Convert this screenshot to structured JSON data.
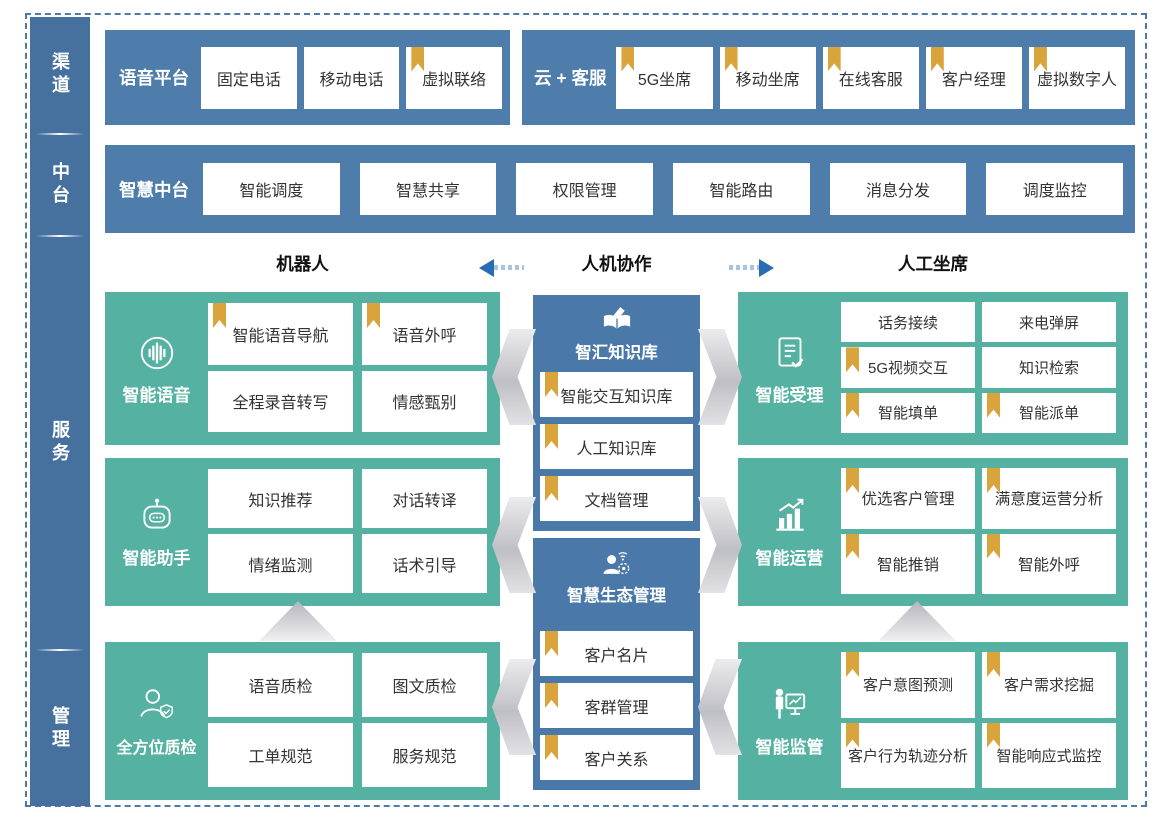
{
  "sidebar": {
    "items": [
      {
        "label": "渠道"
      },
      {
        "label": "中台"
      },
      {
        "label": "服务"
      },
      {
        "label": "管理"
      }
    ]
  },
  "channels": {
    "voice": {
      "title": "语音平台",
      "items": [
        {
          "label": "固定电话",
          "bookmark": false
        },
        {
          "label": "移动电话",
          "bookmark": false
        },
        {
          "label": "虚拟联络",
          "bookmark": true
        }
      ]
    },
    "cloud": {
      "title": "云 + 客服",
      "items": [
        {
          "label": "5G坐席",
          "bookmark": true
        },
        {
          "label": "移动坐席",
          "bookmark": true
        },
        {
          "label": "在线客服",
          "bookmark": true
        },
        {
          "label": "客户经理",
          "bookmark": true
        },
        {
          "label": "虚拟数字人",
          "bookmark": true
        }
      ]
    }
  },
  "midplatform": {
    "title": "智慧中台",
    "items": [
      {
        "label": "智能调度"
      },
      {
        "label": "智慧共享"
      },
      {
        "label": "权限管理"
      },
      {
        "label": "智能路由"
      },
      {
        "label": "消息分发"
      },
      {
        "label": "调度监控"
      }
    ]
  },
  "headers": {
    "left": "机器人",
    "center": "人机协作",
    "right": "人工坐席"
  },
  "robot": {
    "blocks": [
      {
        "title": "智能语音",
        "icon": "voice-wave-icon",
        "items": [
          {
            "label": "智能语音导航",
            "bookmark": true
          },
          {
            "label": "语音外呼",
            "bookmark": true
          },
          {
            "label": "全程录音转写",
            "bookmark": false
          },
          {
            "label": "情感甄别",
            "bookmark": false
          }
        ]
      },
      {
        "title": "智能助手",
        "icon": "robot-icon",
        "items": [
          {
            "label": "知识推荐",
            "bookmark": false
          },
          {
            "label": "对话转译",
            "bookmark": false
          },
          {
            "label": "情绪监测",
            "bookmark": false
          },
          {
            "label": "话术引导",
            "bookmark": false
          }
        ]
      },
      {
        "title": "全方位质检",
        "icon": "quality-inspector-icon",
        "items": [
          {
            "label": "语音质检",
            "bookmark": false
          },
          {
            "label": "图文质检",
            "bookmark": false
          },
          {
            "label": "工单规范",
            "bookmark": false
          },
          {
            "label": "服务规范",
            "bookmark": false
          }
        ]
      }
    ]
  },
  "knowledge": {
    "blocks": [
      {
        "title": "智汇知识库",
        "icon": "knowledge-book-icon",
        "items": [
          {
            "label": "智能交互知识库",
            "bookmark": true
          },
          {
            "label": "人工知识库",
            "bookmark": true
          },
          {
            "label": "文档管理",
            "bookmark": true
          }
        ]
      },
      {
        "title": "智慧生态管理",
        "icon": "ecosystem-person-icon",
        "items": [
          {
            "label": "客户名片",
            "bookmark": true
          },
          {
            "label": "客群管理",
            "bookmark": true
          },
          {
            "label": "客户关系",
            "bookmark": true
          }
        ]
      }
    ]
  },
  "agent": {
    "blocks": [
      {
        "title": "智能受理",
        "icon": "document-check-icon",
        "items": [
          {
            "label": "话务接续",
            "bookmark": false
          },
          {
            "label": "来电弹屏",
            "bookmark": false
          },
          {
            "label": "5G视频交互",
            "bookmark": true
          },
          {
            "label": "知识检索",
            "bookmark": false
          },
          {
            "label": "智能填单",
            "bookmark": true
          },
          {
            "label": "智能派单",
            "bookmark": true
          }
        ]
      },
      {
        "title": "智能运营",
        "icon": "growth-chart-icon",
        "items": [
          {
            "label": "优选客户管理",
            "bookmark": true
          },
          {
            "label": "满意度运营分析",
            "bookmark": true
          },
          {
            "label": "智能推销",
            "bookmark": true
          },
          {
            "label": "智能外呼",
            "bookmark": true
          }
        ]
      },
      {
        "title": "智能监管",
        "icon": "presentation-monitor-icon",
        "items": [
          {
            "label": "客户意图预测",
            "bookmark": true
          },
          {
            "label": "客户需求挖掘",
            "bookmark": true
          },
          {
            "label": "客户行为轨迹分析",
            "bookmark": true
          },
          {
            "label": "智能响应式监控",
            "bookmark": true
          }
        ]
      }
    ]
  },
  "colors": {
    "sidebar_blue": "#46719f",
    "band_blue": "#4e7cab",
    "mid_blue": "#4a78a8",
    "teal": "#55b1a1",
    "bookmark_gold": "#d9a43c",
    "arrow_blue": "#2a6cb3",
    "chevron_gray": "#c5c5cb",
    "border_dash_blue": "#4d7aa9"
  }
}
